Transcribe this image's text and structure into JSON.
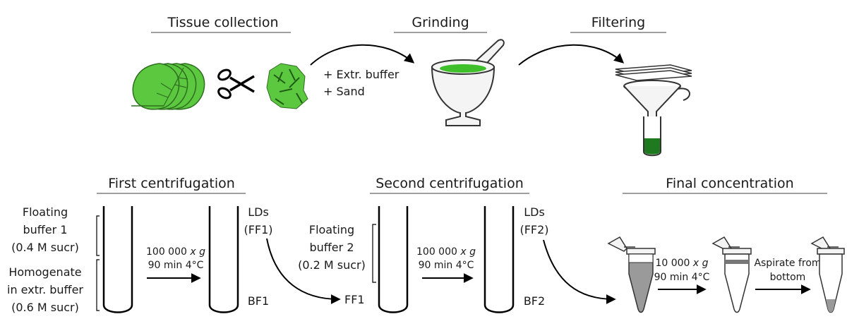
{
  "top": {
    "step1_title": "Tissue collection",
    "step2_title": "Grinding",
    "step3_title": "Filtering",
    "additions": [
      "+ Extr. buffer",
      "+ Sand"
    ]
  },
  "bottom": {
    "step4_title": "First centrifugation",
    "step5_title": "Second centrifugation",
    "step6_title": "Final concentration",
    "floating_buffer_1": [
      "Floating",
      "buffer 1",
      "(0.4 M sucr)"
    ],
    "homogenate": [
      "Homogenate",
      "in extr. buffer",
      "(0.6 M sucr)"
    ],
    "floating_buffer_2": [
      "Floating",
      "buffer 2",
      "(0.2 M sucr)"
    ],
    "spin_speed": "100 000",
    "spin_unit": "x g",
    "spin_time": "90 min 4°C",
    "final_speed": "10 000",
    "final_unit": "x g",
    "final_time": "90 min 4°C",
    "lds_label": "LDs",
    "ff1": "(FF1)",
    "ff1_out": "FF1",
    "bf1": "BF1",
    "ff2": "(FF2)",
    "bf2": "BF2",
    "aspirate": [
      "Aspirate from",
      "bottom"
    ]
  },
  "colors": {
    "leaf_green": "#5cc840",
    "dark_green": "#1f7a1f",
    "mauve": "#c8b6b6",
    "grey_liquid": "#9a9a9a"
  }
}
